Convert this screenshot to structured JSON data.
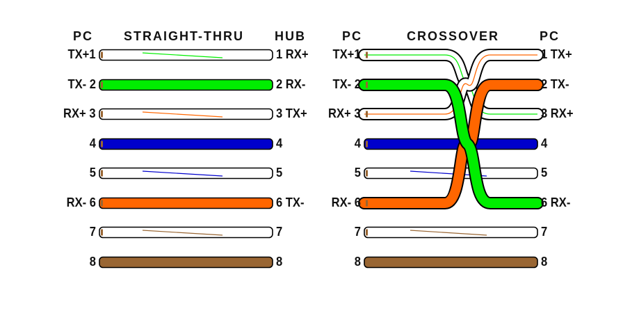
{
  "straight": {
    "header_left": "PC",
    "title": "STRAIGHT-THRU",
    "header_right": "HUB",
    "left_labels": [
      "TX+1",
      "TX- 2",
      "RX+ 3",
      "4",
      "5",
      "RX- 6",
      "7",
      "8"
    ],
    "right_labels": [
      "1 RX+",
      "2 RX-",
      "3 TX+",
      "4",
      "5",
      "6 TX-",
      "7",
      "8"
    ]
  },
  "crossover": {
    "header_left": "PC",
    "title": "CROSSOVER",
    "header_right": "PC",
    "left_labels": [
      "TX+1",
      "TX- 2",
      "RX+ 3",
      "4",
      "5",
      "RX- 6",
      "7",
      "8"
    ],
    "right_labels": [
      "1 TX+",
      "2 TX-",
      "3 RX+",
      "4",
      "5",
      "6 RX-",
      "7",
      "8"
    ]
  },
  "colors": {
    "green": "#00ee00",
    "orange": "#ff6600",
    "blue": "#0000cc",
    "brown": "#996633",
    "outline": "#000000",
    "white": "#ffffff"
  },
  "wires": [
    "white-green",
    "green",
    "white-orange",
    "blue",
    "white-blue",
    "orange",
    "white-brown",
    "brown"
  ]
}
